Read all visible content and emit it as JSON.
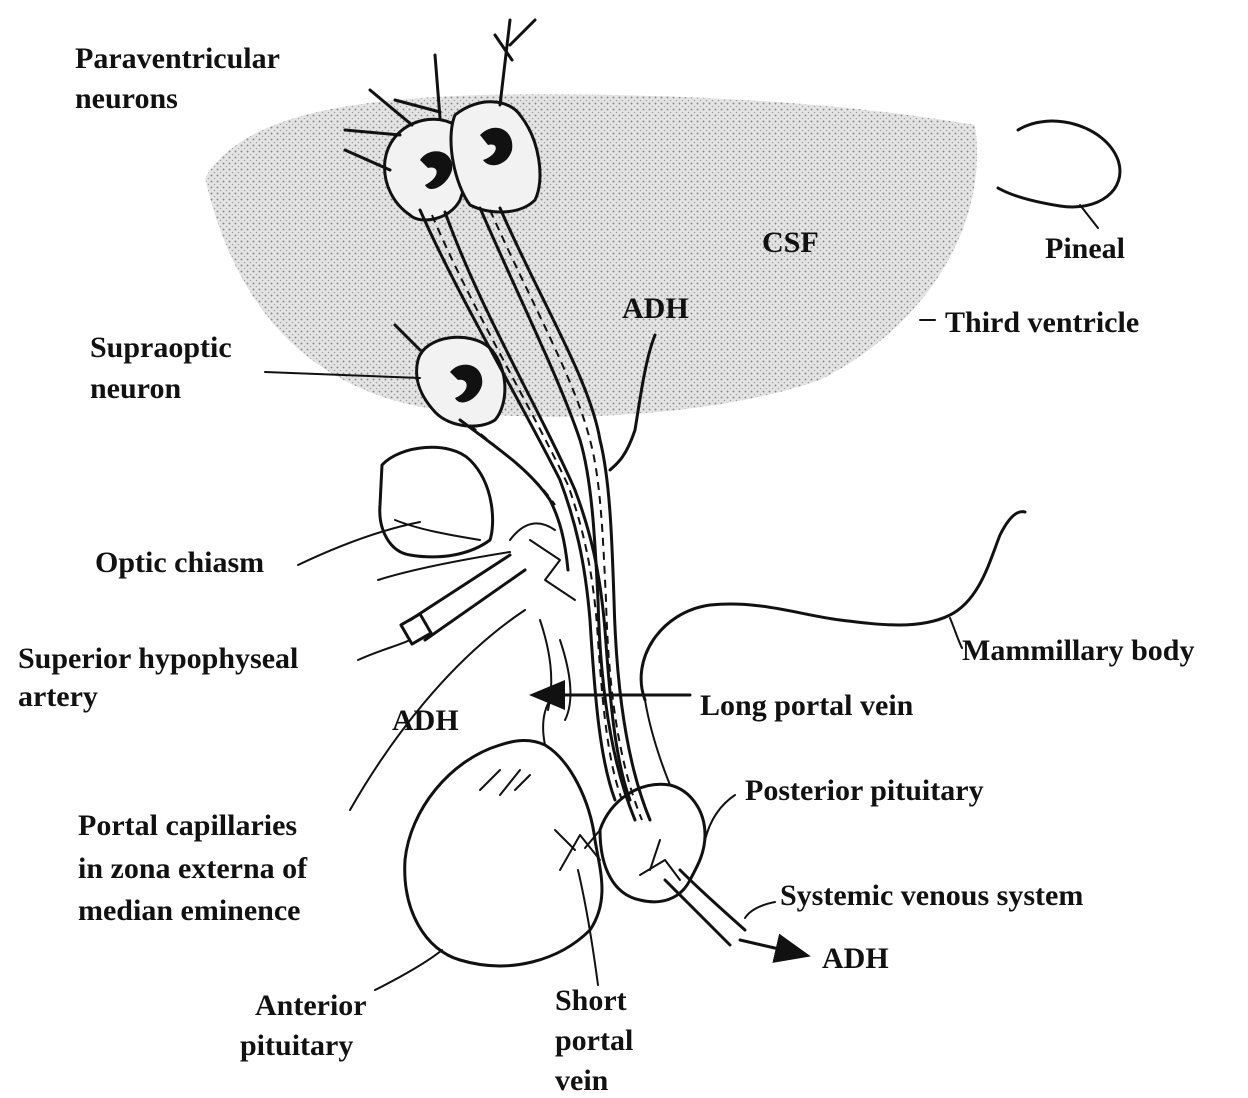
{
  "diagram": {
    "colors": {
      "csf_region": "#c9c9c9",
      "ink": "#111111",
      "background": "#ffffff"
    },
    "labels": {
      "paraventricular_line1": "Paraventricular",
      "paraventricular_line2": "neurons",
      "csf": "CSF",
      "pineal": "Pineal",
      "adh_upper": "ADH",
      "third_ventricle": "Third ventricle",
      "supraoptic_line1": "Supraoptic",
      "supraoptic_line2": "neuron",
      "optic_chiasm": "Optic chiasm",
      "superior_hypophyseal_line1": "Superior hypophyseal",
      "superior_hypophyseal_line2": "artery",
      "mammillary_body": "Mammillary body",
      "long_portal_vein": "Long portal vein",
      "adh_middle": "ADH",
      "posterior_pituitary": "Posterior pituitary",
      "portal_capillaries_line1": "Portal capillaries",
      "portal_capillaries_line2": "in zona externa of",
      "portal_capillaries_line3": "median eminence",
      "systemic_venous_system": "Systemic venous system",
      "adh_lower": "ADH",
      "anterior_pituitary_line1": "Anterior",
      "anterior_pituitary_line2": "pituitary",
      "short_portal_vein_line1": "Short",
      "short_portal_vein_line2": "portal",
      "short_portal_vein_line3": "vein"
    }
  }
}
